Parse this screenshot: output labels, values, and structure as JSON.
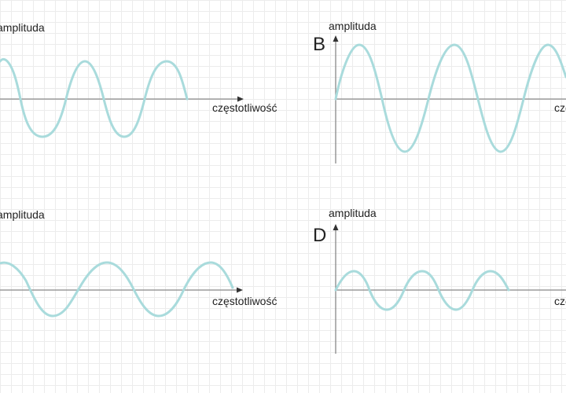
{
  "panels": [
    {
      "id": "A",
      "letter": "",
      "y_label": "amplituda",
      "x_label": "częstotliwość"
    },
    {
      "id": "B",
      "letter": "B",
      "y_label": "amplituda",
      "x_label": "częstotliwość"
    },
    {
      "id": "C",
      "letter": "",
      "y_label": "amplituda",
      "x_label": "częstotliwość"
    },
    {
      "id": "D",
      "letter": "D",
      "y_label": "amplituda",
      "x_label": "częstotliwość"
    }
  ],
  "colors": {
    "wave": "#a9dbdc",
    "axis": "#888888",
    "text": "#222222",
    "grid": "#ececec"
  }
}
